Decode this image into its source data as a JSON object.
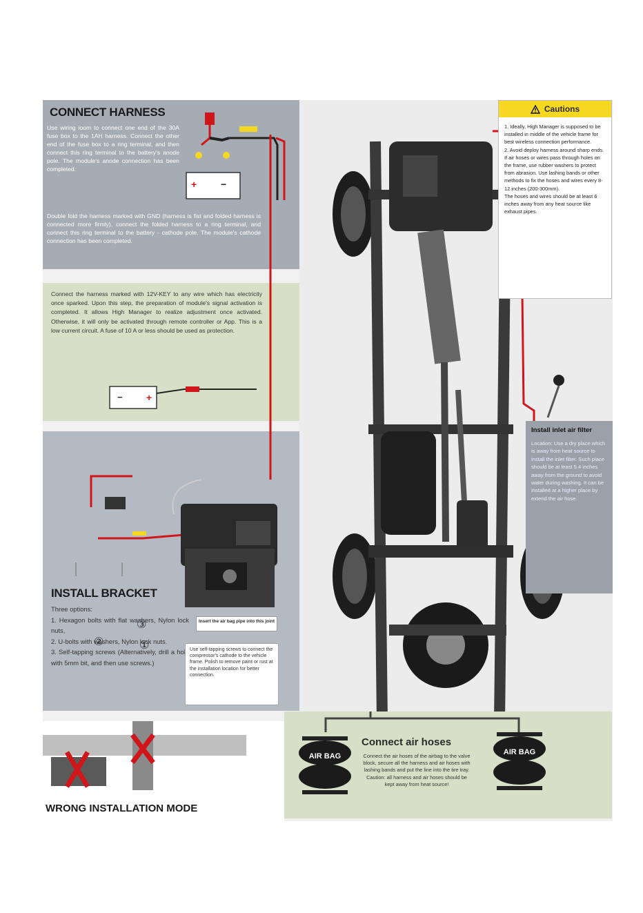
{
  "connect_harness": {
    "title": "CONNECT HARNESS",
    "text_1": "Use wiring loom to connect one end of the 30A fuse box to the 1AH harness. Connect the other end of the fuse box to a ring terminal, and then connect this ring terminal to the battery's anode pole. The module's anode connection has been completed.",
    "text_2": "Double fold the harness marked with GND (harness is fist and folded harness is connected more firmly), connect the folded harness to a ring terminal, and connect this ring terminal to the battery - cathode pole. The module's cathode connection has been completed.",
    "battery_plus": "+",
    "battery_minus": "−"
  },
  "key_harness": {
    "text": "Connect the harness marked with 12V-KEY to any wire which has electricity once sparked. Upon this step, the preparation of module's signal activation is completed. It allows High Manager to realize adjustment once activated. Otherwise, it will only be activated through remote controller or App. This is a low current circuit. A fuse of 10 A or less should be used as protection.",
    "battery_plus": "+",
    "battery_minus": "−"
  },
  "install_bracket": {
    "title": "INSTALL BRACKET",
    "text": "Three options:\n1. Hexagon bolts with flat washers, Nylon lock nuts,\n2. U-bolts with washers, Nylon lock nuts.\n3. Self-tapping screws (Alternatively, drill a hole with 5mm bit, and then use screws.)",
    "callouts": [
      "③",
      "②",
      "①"
    ],
    "insert_tag": "Insert the air bag pipe into this joint",
    "selftap_note": "Use self-tapping screws to connect the compressor's cathode to the vehicle frame. Polish to remove paint or rust at the installation location for better connection."
  },
  "cautions": {
    "title": "Cautions",
    "text": "1. Ideally, High Manager is supposed to be installed in middle of the vehicle frame for best wireless connection performance.\n2. Avoid deploy harness around sharp ends. If air hoses or wires pass through holes on the frame, use rubber washers to protect from abrasion. Use lashing bands or other methods to fix the hoses and wires every 8-12 inches (200-300mm).\nThe hoses and wires should be at least 6 inches away from any heat source like exhaust pipes."
  },
  "inlet_filter": {
    "title": "Install inlet air filter",
    "text": "Location: Use a dry place which is away from heat source to install the inlet filter. Such place should be at least 5.4 inches away from the ground to avoid water during washing. It can be installed at a higher place by extend the air hose."
  },
  "air_hoses": {
    "title": "Connect air hoses",
    "text": "Connect the air hoses of the airbag to the valve block, secure all the harness and air hoses with lashing bands and put the line into the tire tray. Caution: all harness and air hoses should be kept away from heat source!",
    "airbag_left": "AIR BAG",
    "airbag_right": "AIR BAG"
  },
  "wrong_install": {
    "title": "WRONG INSTALLATION MODE"
  },
  "colors": {
    "wire_red": "#d0151b",
    "wire_black": "#222222",
    "caution_yellow": "#f6d823",
    "panel_gray": "#a5acb4",
    "panel_green": "#d7e0c6"
  }
}
